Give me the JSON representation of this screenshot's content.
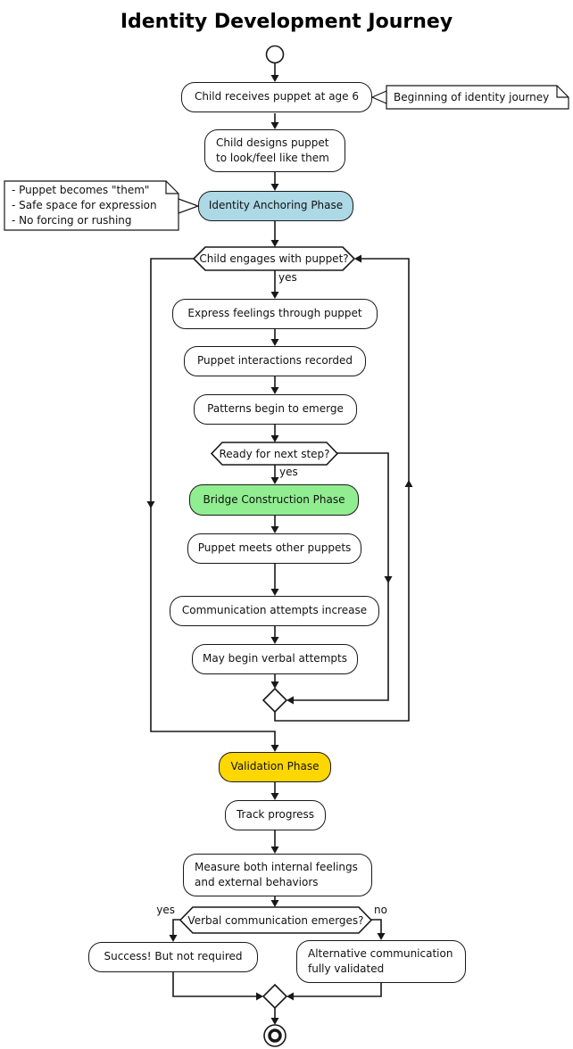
{
  "title": "Identity Development Journey",
  "diagram": {
    "activities": {
      "receive": "Child receives puppet at age 6",
      "design": [
        "Child designs puppet",
        "to look/feel like them"
      ],
      "express": "Express feelings through puppet",
      "recorded": "Puppet interactions recorded",
      "patterns": "Patterns begin to emerge",
      "meets": "Puppet meets other puppets",
      "attempts": "Communication attempts increase",
      "verbal_attempts": "May begin verbal attempts",
      "track": "Track progress",
      "measure": [
        "Measure both internal feelings",
        "and external behaviors"
      ],
      "success": "Success! But not required",
      "alternative": [
        "Alternative communication",
        "fully validated"
      ]
    },
    "phases": {
      "anchoring": {
        "label": "Identity Anchoring Phase",
        "color": "#ADD8E6"
      },
      "bridge": {
        "label": "Bridge Construction Phase",
        "color": "#90EE90"
      },
      "validation": {
        "label": "Validation Phase",
        "color": "#FFD700"
      }
    },
    "decisions": {
      "engages": {
        "question": "Child engages with puppet?",
        "yes": "yes"
      },
      "ready": {
        "question": "Ready for next step?",
        "yes": "yes"
      },
      "verbal": {
        "question": "Verbal communication emerges?",
        "yes": "yes",
        "no": "no"
      }
    },
    "notes": {
      "beginning": "Beginning of identity journey",
      "anchoring": [
        "- Puppet becomes \"them\"",
        "- Safe space for expression",
        "- No forcing or rushing"
      ]
    },
    "colors": {
      "line": "#181818",
      "node_bg": "#FFFFFF",
      "text": "#111111"
    }
  }
}
